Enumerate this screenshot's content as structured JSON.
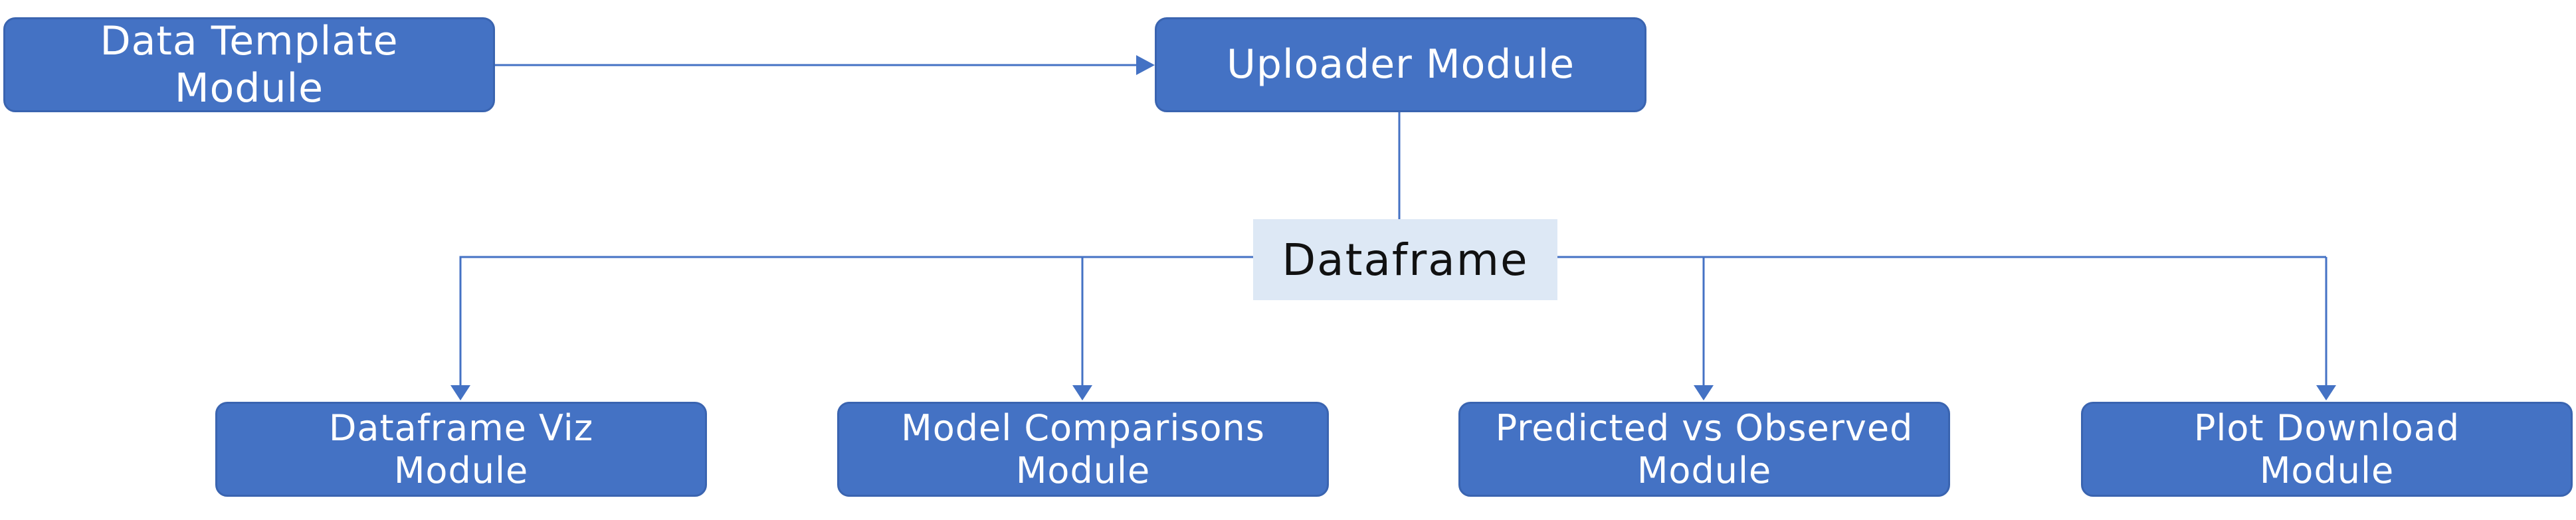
{
  "diagram": {
    "nodes": {
      "data_template": {
        "line1": "Data Template",
        "line2": "Module"
      },
      "uploader": {
        "line1": "Uploader Module"
      },
      "dataframe": {
        "label": "Dataframe"
      },
      "dataframe_viz": {
        "line1": "Dataframe Viz",
        "line2": "Module"
      },
      "model_comparisons": {
        "line1": "Model Comparisons",
        "line2": "Module"
      },
      "predicted_vs_observed": {
        "line1": "Predicted vs Observed",
        "line2": "Module"
      },
      "plot_download": {
        "line1": "Plot Download",
        "line2": "Module"
      }
    },
    "colors": {
      "node_fill": "#4472c4",
      "node_text": "#ffffff",
      "hub_fill": "#dde8f5",
      "hub_text": "#111111",
      "connector": "#4472c4"
    }
  }
}
